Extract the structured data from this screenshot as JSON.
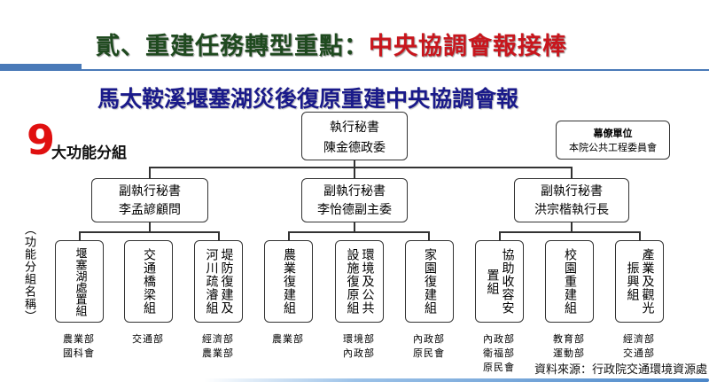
{
  "title": {
    "part1": "貳、重建任務轉型重點：",
    "part2": "中央協調會報接棒"
  },
  "subtitle": "馬太鞍溪堰塞湖災後復原重建中央協調會報",
  "functions": {
    "count": "9",
    "label": "大功能分組"
  },
  "side_label": "（功能分組名稱）",
  "executive": {
    "role": "執行秘書",
    "name": "陳金德政委"
  },
  "staff_unit": {
    "role": "幕僚單位",
    "name": "本院公共工程委員會"
  },
  "deputies": [
    {
      "role": "副執行秘書",
      "name": "李孟諺顧問"
    },
    {
      "role": "副執行秘書",
      "name": "李怡德副主委"
    },
    {
      "role": "副執行秘書",
      "name": "洪宗楷執行長"
    }
  ],
  "groups": [
    {
      "name": "堰塞湖處置組",
      "agencies": "農業部\n國科會"
    },
    {
      "name": "交通橋梁組",
      "agencies": "交通部"
    },
    {
      "name": "堤防復建及\n河川疏濬組",
      "agencies": "經濟部\n農業部"
    },
    {
      "name": "農業復建組",
      "agencies": "農業部"
    },
    {
      "name": "環境及公共\n設施復原組",
      "agencies": "環境部\n內政部"
    },
    {
      "name": "家園復建組",
      "agencies": "內政部\n原民會"
    },
    {
      "name": "協助收容安\n置組",
      "agencies": "內政部\n衛福部\n原民會"
    },
    {
      "name": "校園重建組",
      "agencies": "教育部\n運動部"
    },
    {
      "name": "產業及觀光\n振興組",
      "agencies": "經濟部\n交通部"
    }
  ],
  "source": "資料來源：行政院交通環境資源處"
}
